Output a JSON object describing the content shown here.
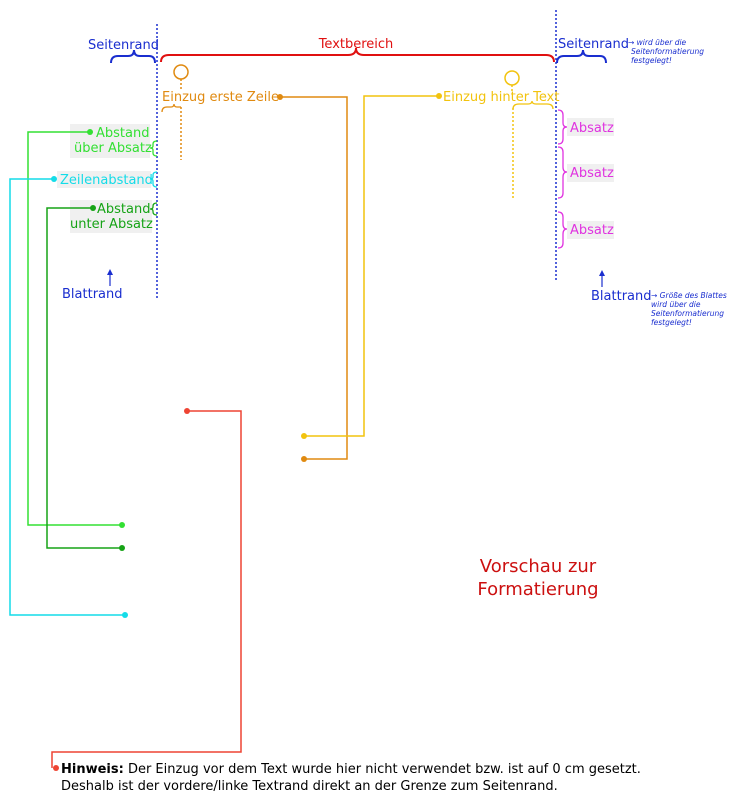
{
  "labels": {
    "page_margin_left": "Seitenrand",
    "page_margin_right": "Seitenrand",
    "page_margin_right_note": [
      "→ wird über die",
      "Seitenformatierung",
      "festgelegt!"
    ],
    "text_area": "Textbereich",
    "first_line_indent": "Einzug erste Zeile",
    "indent_after_text": "Einzug hinter Text",
    "space_above_line1": "Abstand",
    "space_above_line2": "über Absatz",
    "line_spacing": "Zeilenabstand",
    "space_below_line1": "Abstand",
    "space_below_line2": "unter Absatz",
    "page_edge_left": "Blattrand",
    "page_edge_right": "Blattrand",
    "page_edge_right_note": [
      "→ Größe des Blattes",
      "wird über die",
      "Seitenformatierung",
      "festgelegt!"
    ],
    "paragraphs": [
      "Absatz",
      "Absatz",
      "Absatz"
    ],
    "preview_line1": "Vorschau zur",
    "preview_line2": "Formatierung"
  },
  "note": {
    "bold": "Hinweis:",
    "line1": " Der Einzug vor dem Text wurde hier nicht verwendet bzw. ist auf 0 cm gesetzt.",
    "line2": "Deshalb ist der vordere/linke Textrand direkt an der Grenze zum Seitenrand."
  },
  "colors": {
    "blue": "#1a2ecf",
    "red": "#e01010",
    "orange": "#e08a10",
    "yellow": "#f2c30e",
    "green": "#33e033",
    "cyan": "#14dce8",
    "darkgreen": "#16a316",
    "magenta": "#e033e0",
    "preview": "#cc1010",
    "note_line": "#ee4433"
  }
}
